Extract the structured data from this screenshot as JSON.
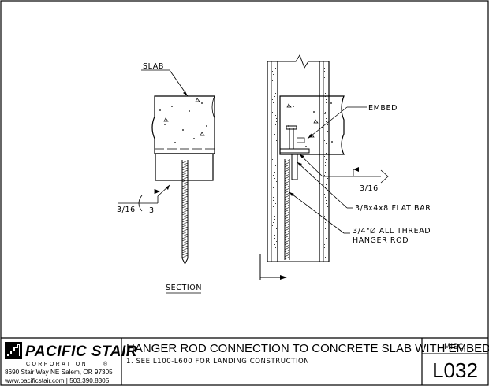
{
  "drawing": {
    "labels": {
      "slab": "SLAB",
      "section": "SECTION",
      "weld_left_size": "3/16",
      "weld_left_length": "3",
      "embed": "EMBED",
      "weld_right_size": "3/16",
      "flat_bar": "3/8x4x8 FLAT BAR",
      "hanger_rod_line1": "3/4\"Ø ALL THREAD",
      "hanger_rod_line2": "HANGER ROD"
    }
  },
  "title_block": {
    "company_name": "PACIFIC STAIR",
    "company_sub": "CORPORATION",
    "registered_mark": "®",
    "address": "8690 Stair Way NE Salem, OR 97305",
    "contact": "www.pacificstair.com  |  503.390.8305",
    "title": "HANGER ROD CONNECTION TO CONCRETE SLAB WITH EMBED",
    "note": "1. SEE L100-L600 FOR LANDING CONSTRUCTION",
    "category": "MISC.",
    "sheet_number": "L032"
  }
}
